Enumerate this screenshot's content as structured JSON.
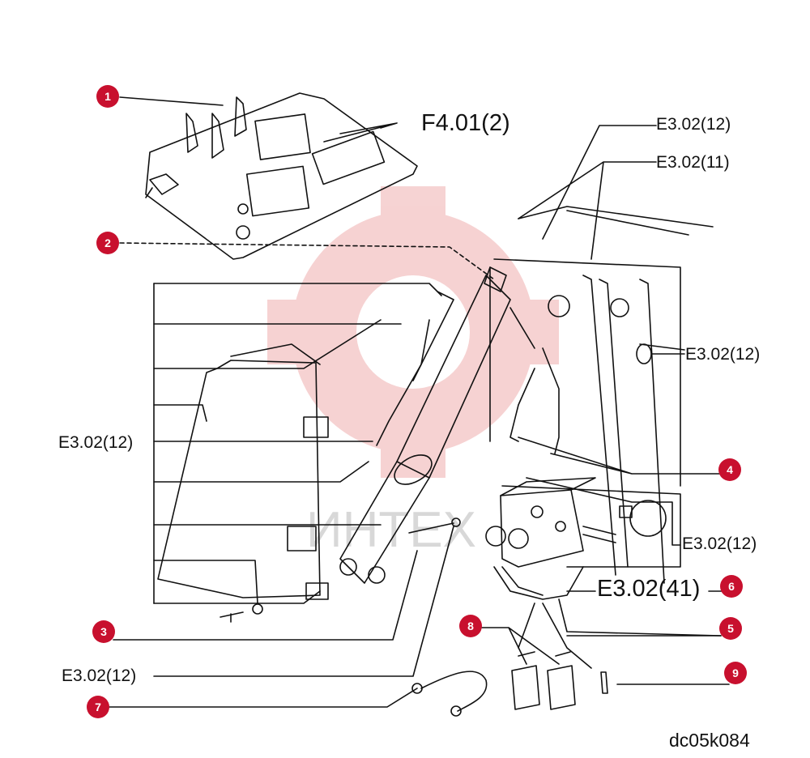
{
  "drawing_code": "dc05k084",
  "watermark": "ИНТЕХ",
  "callouts": [
    {
      "id": "callout-1",
      "number": "1"
    },
    {
      "id": "callout-2",
      "number": "2"
    },
    {
      "id": "callout-3",
      "number": "3"
    },
    {
      "id": "callout-4",
      "number": "4"
    },
    {
      "id": "callout-5",
      "number": "5"
    },
    {
      "id": "callout-6",
      "number": "6"
    },
    {
      "id": "callout-7",
      "number": "7"
    },
    {
      "id": "callout-8",
      "number": "8"
    },
    {
      "id": "callout-9",
      "number": "9"
    }
  ],
  "references": {
    "f401": "F4.01(2)",
    "e302_12_top": "E3.02(12)",
    "e302_11": "E3.02(11)",
    "e302_12_right_upper": "E3.02(12)",
    "e302_12_left": "E3.02(12)",
    "e302_12_right_lower": "E3.02(12)",
    "e302_41": "E3.02(41)",
    "e302_12_bottom": "E3.02(12)"
  },
  "colors": {
    "badge": "#c8102e",
    "watermark": "#e8b4b4",
    "line": "#111111"
  }
}
